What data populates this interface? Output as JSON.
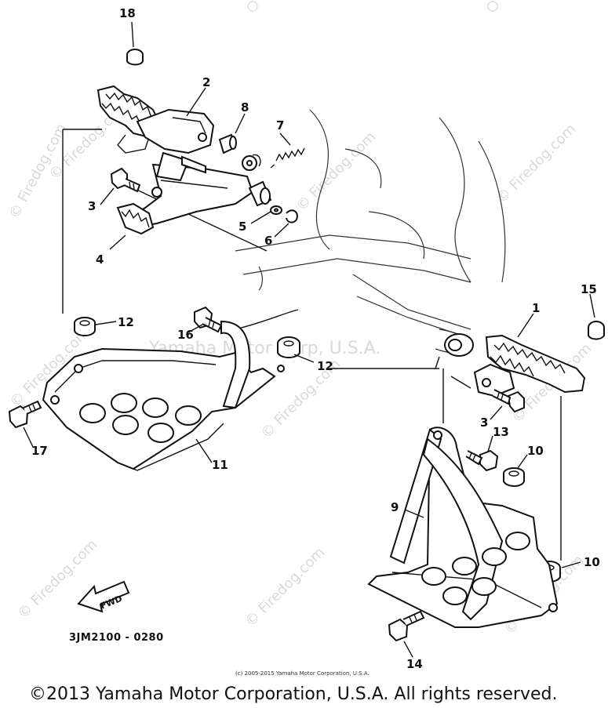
{
  "watermark": {
    "site": "© Firedog.com",
    "vertical_site": "© Firedog.com",
    "center_text": "Yamaha Motor Corp, U.S.A."
  },
  "diagram_code": "3JM2100 - 0280",
  "fwd_label": "FWD",
  "small_copyright": "(c) 2005-2015 Yamaha Motor Corporation, U.S.A.",
  "footer_copyright": "©2013 Yamaha Motor Corporation, U.S.A. All rights reserved.",
  "callouts": {
    "c1": "1",
    "c2": "2",
    "c3a": "3",
    "c3b": "3",
    "c4": "4",
    "c5": "5",
    "c6": "6",
    "c7": "7",
    "c8": "8",
    "c9": "9",
    "c10a": "10",
    "c10b": "10",
    "c11": "11",
    "c12a": "12",
    "c12b": "12",
    "c13": "13",
    "c14": "14",
    "c15": "15",
    "c16": "16",
    "c17": "17",
    "c18": "18"
  }
}
